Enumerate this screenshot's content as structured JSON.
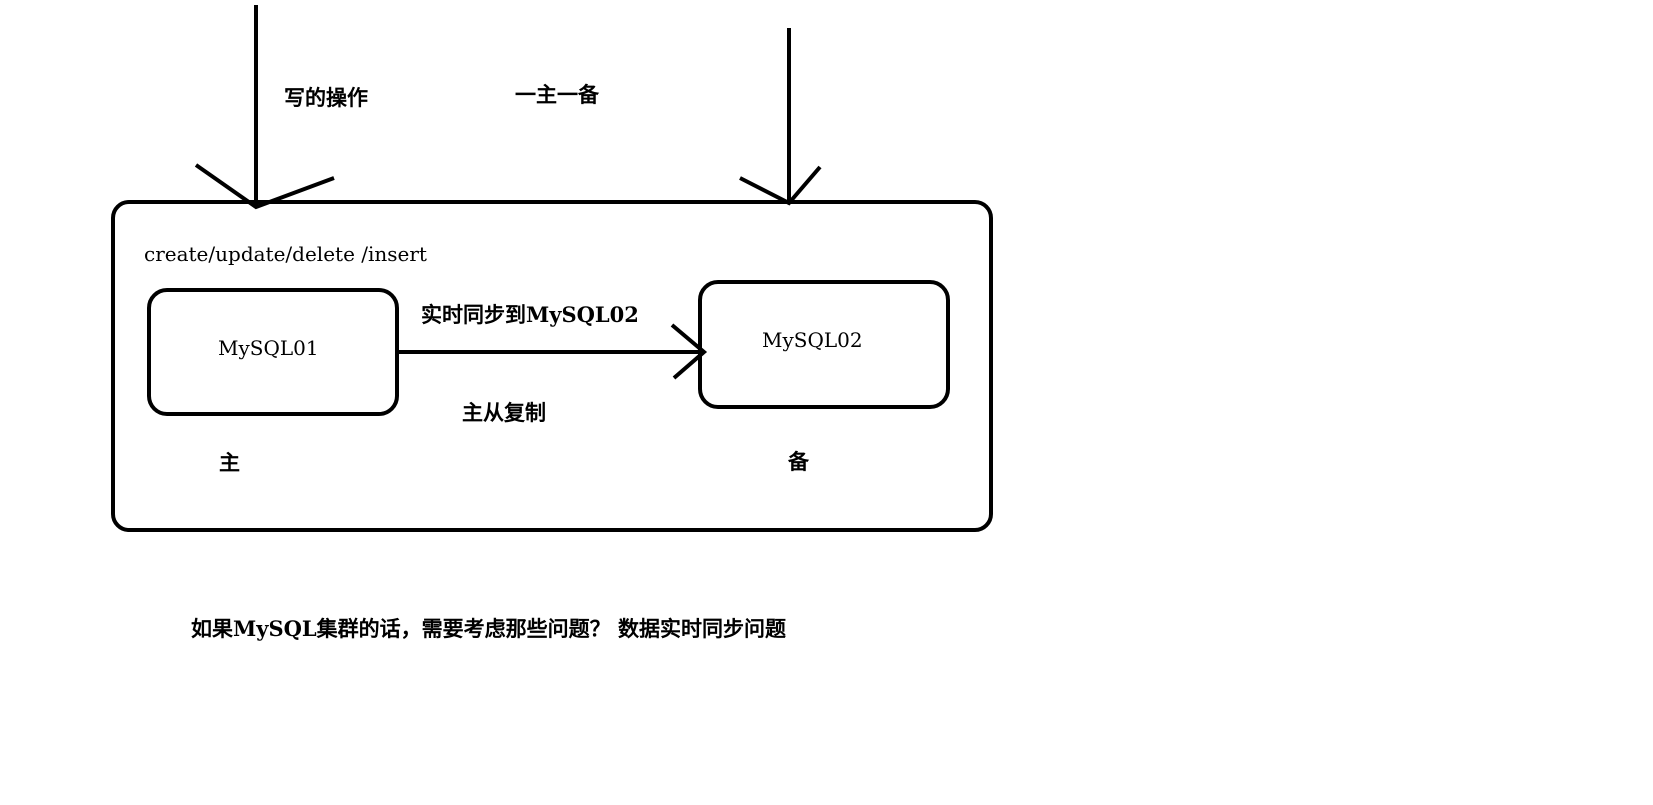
{
  "labels": {
    "write_ops": "写的操作",
    "one_master_one_standby": "一主一备",
    "sql_ops": "create/update/delete /insert",
    "mysql01": "MySQL01",
    "mysql02": "MySQL02",
    "realtime_sync": "实时同步到MySQL02",
    "master_slave_replication": "主从复制",
    "master": "主",
    "standby": "备",
    "cluster_question": "如果MySQL集群的话，需要考虑那些问题？ 数据实时同步问题"
  }
}
